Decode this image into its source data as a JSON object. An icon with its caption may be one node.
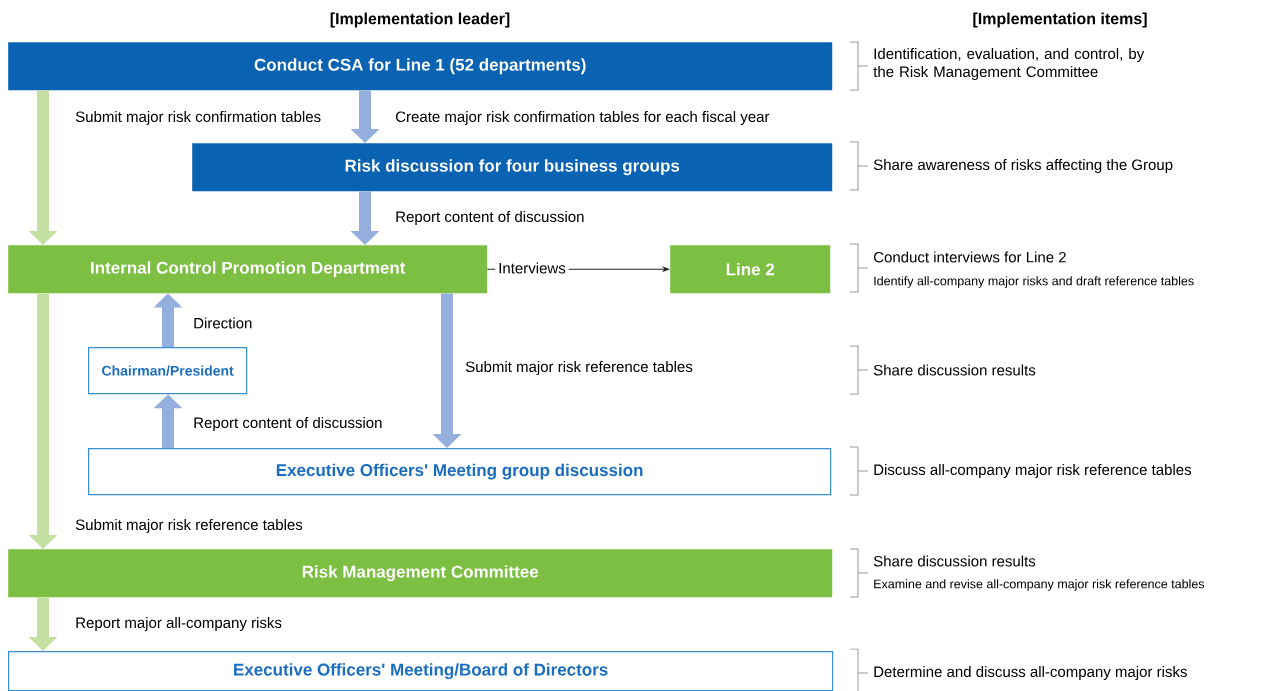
{
  "diagram": {
    "nodes": [
      {
        "text": [
          "Conduct CSA for Line 1 (52 departments)"
        ]
      },
      {
        "text": [
          "Risk discussion for four business groups"
        ]
      },
      {
        "text": [
          "Internal Control Promotion Department"
        ]
      },
      {
        "text": [
          "Line 2"
        ]
      },
      {
        "text": [
          "Chairman/President"
        ]
      },
      {
        "text": [
          "Executive Officers' Meeting group discussion"
        ]
      },
      {
        "text": [
          "Risk Management Committee"
        ]
      },
      {
        "text": [
          "Executive Officers' Meeting/Board of Directors"
        ]
      }
    ],
    "edges": [
      {
        "from": 0,
        "to": 2,
        "arrow": "to",
        "label": "Submit major risk confirmation tables",
        "color": "#c4dfa2"
      },
      {
        "from": 0,
        "to": 1,
        "arrow": "to",
        "label": "Create major risk confirmation tables for each fiscal year"
      },
      {
        "from": 1,
        "to": 2,
        "arrow": "to",
        "label": "Report content of discussion"
      },
      {
        "from": 2,
        "to": 3,
        "arrow": "to",
        "label": "Interviews",
        "color": "#222222"
      },
      {
        "from": 4,
        "to": 2,
        "arrow": "to",
        "label": "Direction"
      },
      {
        "from": 5,
        "to": 4,
        "arrow": "to",
        "label": "Report content of discussion"
      },
      {
        "from": 2,
        "to": 5,
        "arrow": "to",
        "label": "Submit major risk reference tables"
      },
      {
        "from": 2,
        "to": 6,
        "arrow": "to",
        "label": "Submit major risk reference tables",
        "color": "#c4dfa2"
      },
      {
        "from": 6,
        "to": 7,
        "arrow": "to",
        "label": "Report major all-company risks",
        "color": "#c4dfa2"
      }
    ],
    "labels": [
      "[Implementation leader]",
      "[Implementation items]",
      "Identification, evaluation, and control, by the Risk Management Committee",
      "Share awareness of risks affecting the Group",
      "Conduct interviews for Line 2",
      "Identify all-company major risks and draft reference tables",
      "Share discussion results",
      "Discuss all-company major risk reference tables",
      "Share discussion results",
      "Examine and revise all-company major risk reference tables",
      "Determine and discuss all-company major risks"
    ]
  }
}
